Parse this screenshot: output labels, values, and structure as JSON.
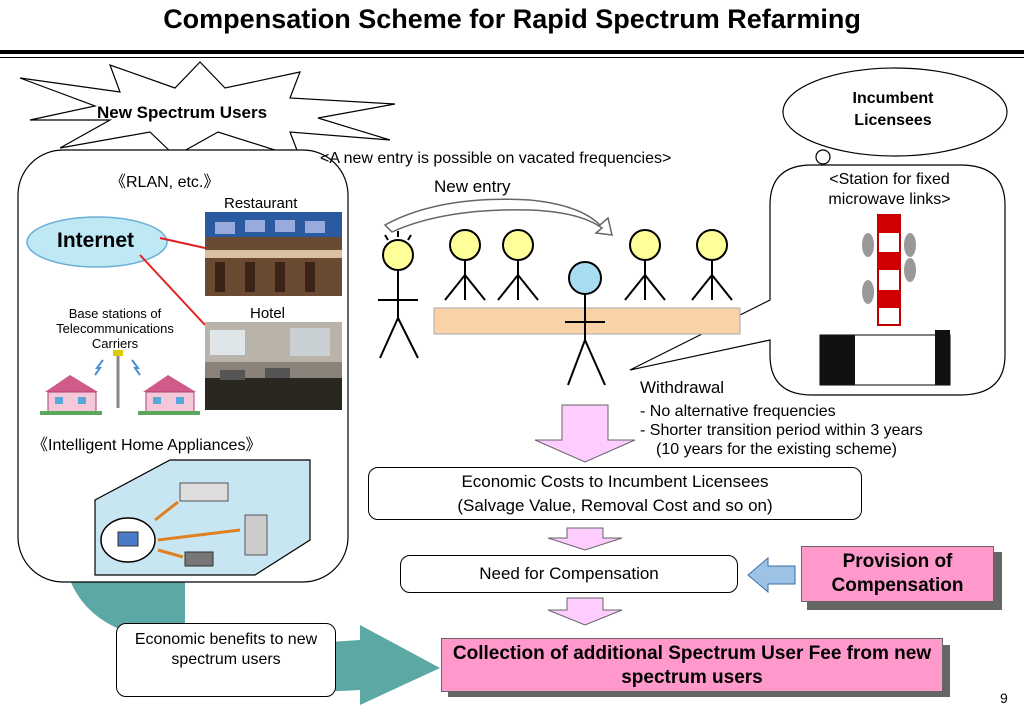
{
  "slide": {
    "title": "Compensation Scheme for Rapid Spectrum Refarming",
    "page_number": "9"
  },
  "new_users": {
    "burst_label": "New Spectrum Users",
    "rlan_label": "《RLAN, etc.》",
    "internet_label": "Internet",
    "restaurant_label": "Restaurant",
    "hotel_label": "Hotel",
    "base_stations_label": "Base stations of Telecommunications Carriers",
    "appliances_label": "《Intelligent Home Appliances》"
  },
  "incumbent": {
    "cloud_label": "Incumbent Licensees",
    "station_label": "<Station for fixed microwave links>"
  },
  "scene": {
    "vacated_note": "<A new entry is possible on vacated frequencies>",
    "new_entry_label": "New entry",
    "withdrawal_label": "Withdrawal",
    "conditions": [
      "- No alternative frequencies",
      "- Shorter transition period within 3 years",
      "(10 years for the existing scheme)"
    ]
  },
  "flow": {
    "economic_costs_line1": "Economic Costs to Incumbent Licensees",
    "economic_costs_line2": "(Salvage Value, Removal Cost and so on)",
    "need_for_compensation": "Need for Compensation",
    "provision_of_compensation": "Provision of Compensation",
    "economic_benefits": "Economic benefits to new spectrum users",
    "collection_fee": "Collection of additional Spectrum User Fee from new spectrum users"
  },
  "colors": {
    "pink": "#ff99cc",
    "light_pink_arrow": "#ffccff",
    "teal": "#4a9e9a",
    "blue_arrow": "#9cc3e6",
    "internet_cloud": "#bfe8f5",
    "table": "#fad2a8",
    "red_line": "#e02020"
  }
}
